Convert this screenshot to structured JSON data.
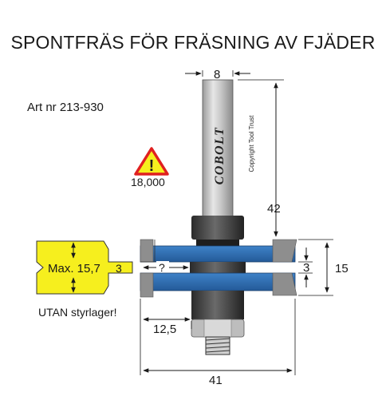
{
  "title": "SPONTFRÄS FÖR FRÄSNING AV FJÄDER",
  "article": "Art nr 213-930",
  "warning": {
    "icon": "warning-triangle-icon",
    "mark": "!",
    "rpm": "18,000"
  },
  "brand": "COBOLT",
  "copyright": "Copyright Tool Trust",
  "note": "UTAN styrlager!",
  "workpiece": {
    "max_label": "Max. 15,7",
    "tongue": "3"
  },
  "dimensions": {
    "shank": "8",
    "length": "42",
    "gap": "3",
    "height": "15",
    "spacing": "3",
    "depth": "12,5",
    "unknown": "?",
    "diameter": "41"
  },
  "colors": {
    "cutter_blue": "#2f6fb5",
    "workpiece_yellow": "#f6ef1e",
    "carbide_gray": "#8e8e8e",
    "shank_gray": "#b8b8b8",
    "warning_red": "#e02020"
  }
}
